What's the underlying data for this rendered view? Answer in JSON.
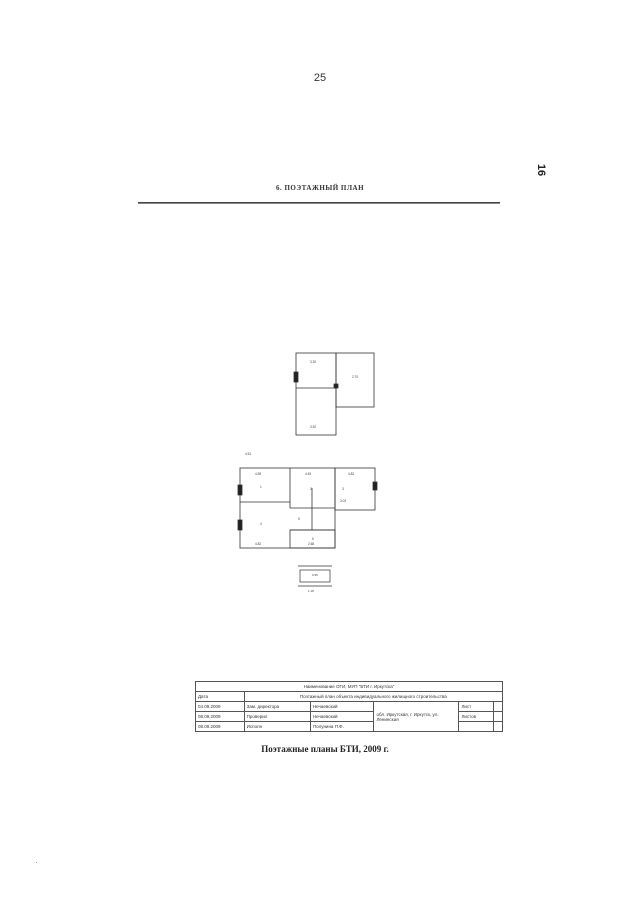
{
  "page": {
    "number": "25",
    "side_number": "16"
  },
  "section": {
    "title": "6. ПОЭТАЖНЫЙ ПЛАН"
  },
  "plan": {
    "dimensions": [
      "3.30",
      "2.70",
      "3.92",
      "4.59",
      "4.49",
      "4.82",
      "3.03",
      "4.82",
      "2.68",
      "4.51",
      "0.95",
      "1.18"
    ],
    "rooms": [
      "1",
      "2",
      "3",
      "4",
      "5",
      "6"
    ]
  },
  "stamp": {
    "header": "Наименование ОГИ, МУП \"БТИ г. Иркутска\"",
    "row_label": "Дата",
    "description": "Поэтажный план объекта индивидуального жилищного строительства",
    "rows": [
      {
        "date": "04.09.2009",
        "role": "Зам. директора",
        "signature": "Нечаевский"
      },
      {
        "date": "08.09.2009",
        "role": "Проверил",
        "signature": "Нечаевский"
      },
      {
        "date": "08.09.2009",
        "role": "Исполн",
        "signature": "Полунина П.Ф."
      }
    ],
    "address": "обл. Иркутская, г. Иркутск, ул. Ленинская",
    "sheet_label": "Лист",
    "sheets_label": "Листов"
  },
  "caption": "Поэтажные планы БТИ, 2009 г."
}
